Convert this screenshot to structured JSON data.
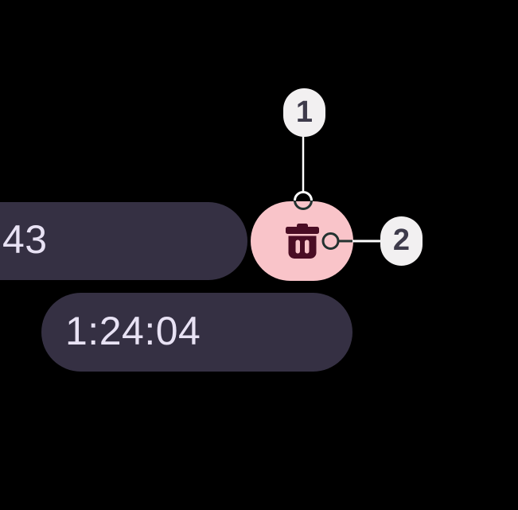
{
  "stopwatch": {
    "time_fragment": "43",
    "lap_time": "1:24:04"
  },
  "delete_button": {
    "icon": "trash-icon"
  },
  "callouts": [
    {
      "label": "1"
    },
    {
      "label": "2"
    }
  ],
  "colors": {
    "background": "#000000",
    "pill_bg": "#353043",
    "pill_text": "#E8E2F4",
    "delete_bg": "#F9C4C9",
    "delete_icon": "#4A0D24",
    "callout_bg": "#F2F0F1",
    "callout_text": "#3E3B4B",
    "leader_light": "#FFFFFF",
    "leader_dark": "#233230"
  }
}
